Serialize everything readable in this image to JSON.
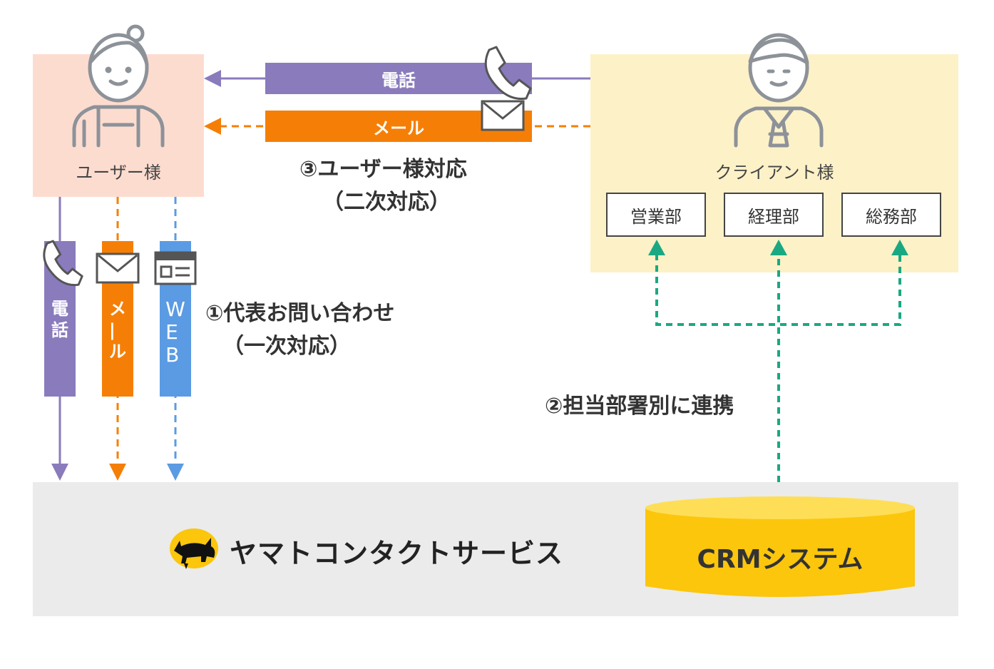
{
  "user": {
    "label": "ユーザー様"
  },
  "client": {
    "label": "クライアント様",
    "departments": [
      "営業部",
      "経理部",
      "総務部"
    ]
  },
  "top_channels": {
    "phone": "電話",
    "mail": "メール"
  },
  "left_channels": {
    "phone": "電\n話",
    "mail": "メ\n|\nル",
    "web": "W\nE\nB"
  },
  "step1": {
    "line1": "①代表お問い合わせ",
    "line2": "（一次対応）"
  },
  "step2": {
    "line1": "②担当部署別に連携"
  },
  "step3": {
    "line1": "③ユーザー様対応",
    "line2": "（二次対応）"
  },
  "brand": {
    "name": "ヤマトコンタクトサービス"
  },
  "crm": {
    "label": "CRMシステム"
  },
  "colors": {
    "user_bg": "#fddcd0",
    "client_bg": "#fdf1c8",
    "bottom_bg": "#ebebeb",
    "phone": "#8a7bbd",
    "mail": "#f57f06",
    "web": "#5a9be3",
    "link": "#1aa882",
    "crm": "#fbc60c",
    "crm_top": "#ffde57"
  },
  "icons": [
    "woman-user-icon",
    "businessman-icon",
    "phone-icon",
    "envelope-icon",
    "browser-window-icon",
    "black-cat-logo-icon"
  ]
}
